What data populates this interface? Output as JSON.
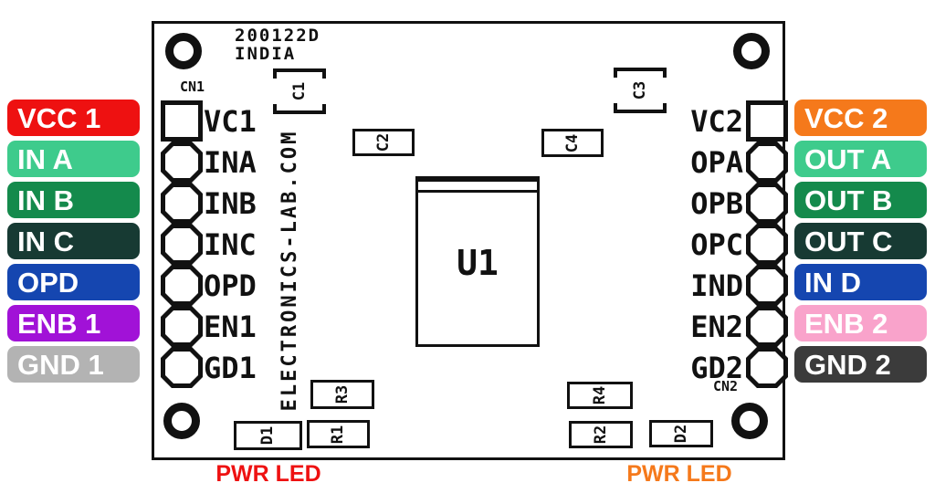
{
  "board": {
    "date_code": "200122D",
    "origin": "INDIA",
    "brand_vertical": "ELECTRONICS-LAB.COM",
    "connector_left": "CN1",
    "connector_right": "CN2",
    "ic_ref": "U1",
    "refs": {
      "c1": "C1",
      "c2": "C2",
      "c3": "C3",
      "c4": "C4",
      "r1": "R1",
      "r2": "R2",
      "r3": "R3",
      "r4": "R4",
      "d1": "D1",
      "d2": "D2"
    }
  },
  "pins_left": [
    {
      "pad": "VC1",
      "signal": "VCC 1",
      "color": "#ee1111"
    },
    {
      "pad": "INA",
      "signal": "IN A",
      "color": "#3ecb8c"
    },
    {
      "pad": "INB",
      "signal": "IN B",
      "color": "#148a4c"
    },
    {
      "pad": "INC",
      "signal": "IN C",
      "color": "#173a33"
    },
    {
      "pad": "OPD",
      "signal": "OPD",
      "color": "#1546b0"
    },
    {
      "pad": "EN1",
      "signal": "ENB 1",
      "color": "#a112d7"
    },
    {
      "pad": "GD1",
      "signal": "GND 1",
      "color": "#b3b3b3"
    }
  ],
  "pins_right": [
    {
      "pad": "VC2",
      "signal": "VCC 2",
      "color": "#f5791b"
    },
    {
      "pad": "OPA",
      "signal": "OUT A",
      "color": "#3ecb8c"
    },
    {
      "pad": "OPB",
      "signal": "OUT B",
      "color": "#148a4c"
    },
    {
      "pad": "OPC",
      "signal": "OUT C",
      "color": "#173a33"
    },
    {
      "pad": "IND",
      "signal": "IN D",
      "color": "#1546b0"
    },
    {
      "pad": "EN2",
      "signal": "ENB 2",
      "color": "#f9a3cb"
    },
    {
      "pad": "GD2",
      "signal": "GND 2",
      "color": "#3b3b3b"
    }
  ],
  "annotations": {
    "pwr_led_left": {
      "text": "PWR LED",
      "color": "#ee1111"
    },
    "pwr_led_right": {
      "text": "PWR LED",
      "color": "#f5791b"
    }
  }
}
